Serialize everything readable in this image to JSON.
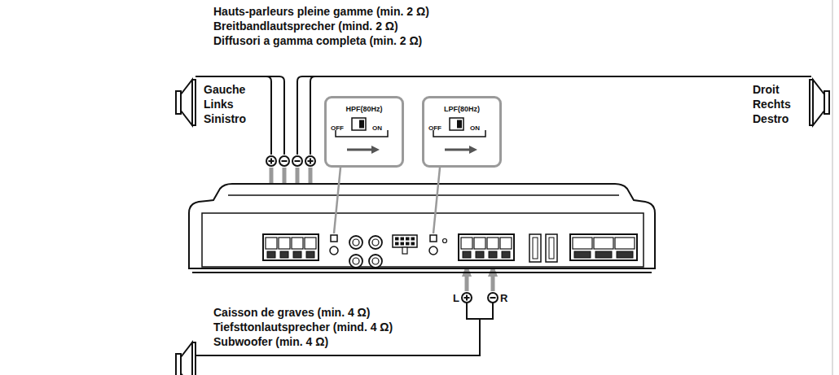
{
  "diagram": {
    "nodes": [
      {
        "text": [
          "HPF(80Hz)",
          "OFF",
          "ON"
        ]
      },
      {
        "text": [
          "LPF(80Hz)",
          "OFF",
          "ON"
        ]
      }
    ],
    "labels": [
      "Hauts-parleurs pleine gamme (min. 2 Ω)",
      "Breitbandlautsprecher (mind. 2 Ω)",
      "Diffusori a gamma completa (min. 2 Ω)",
      "Gauche",
      "Links",
      "Sinistro",
      "Droit",
      "Rechts",
      "Destro",
      "L",
      "R",
      "Caisson de graves (min. 4 Ω)",
      "Tiefsttonlautsprecher (mind. 4 Ω)",
      "Subwoofer (min. 4 Ω)"
    ]
  }
}
